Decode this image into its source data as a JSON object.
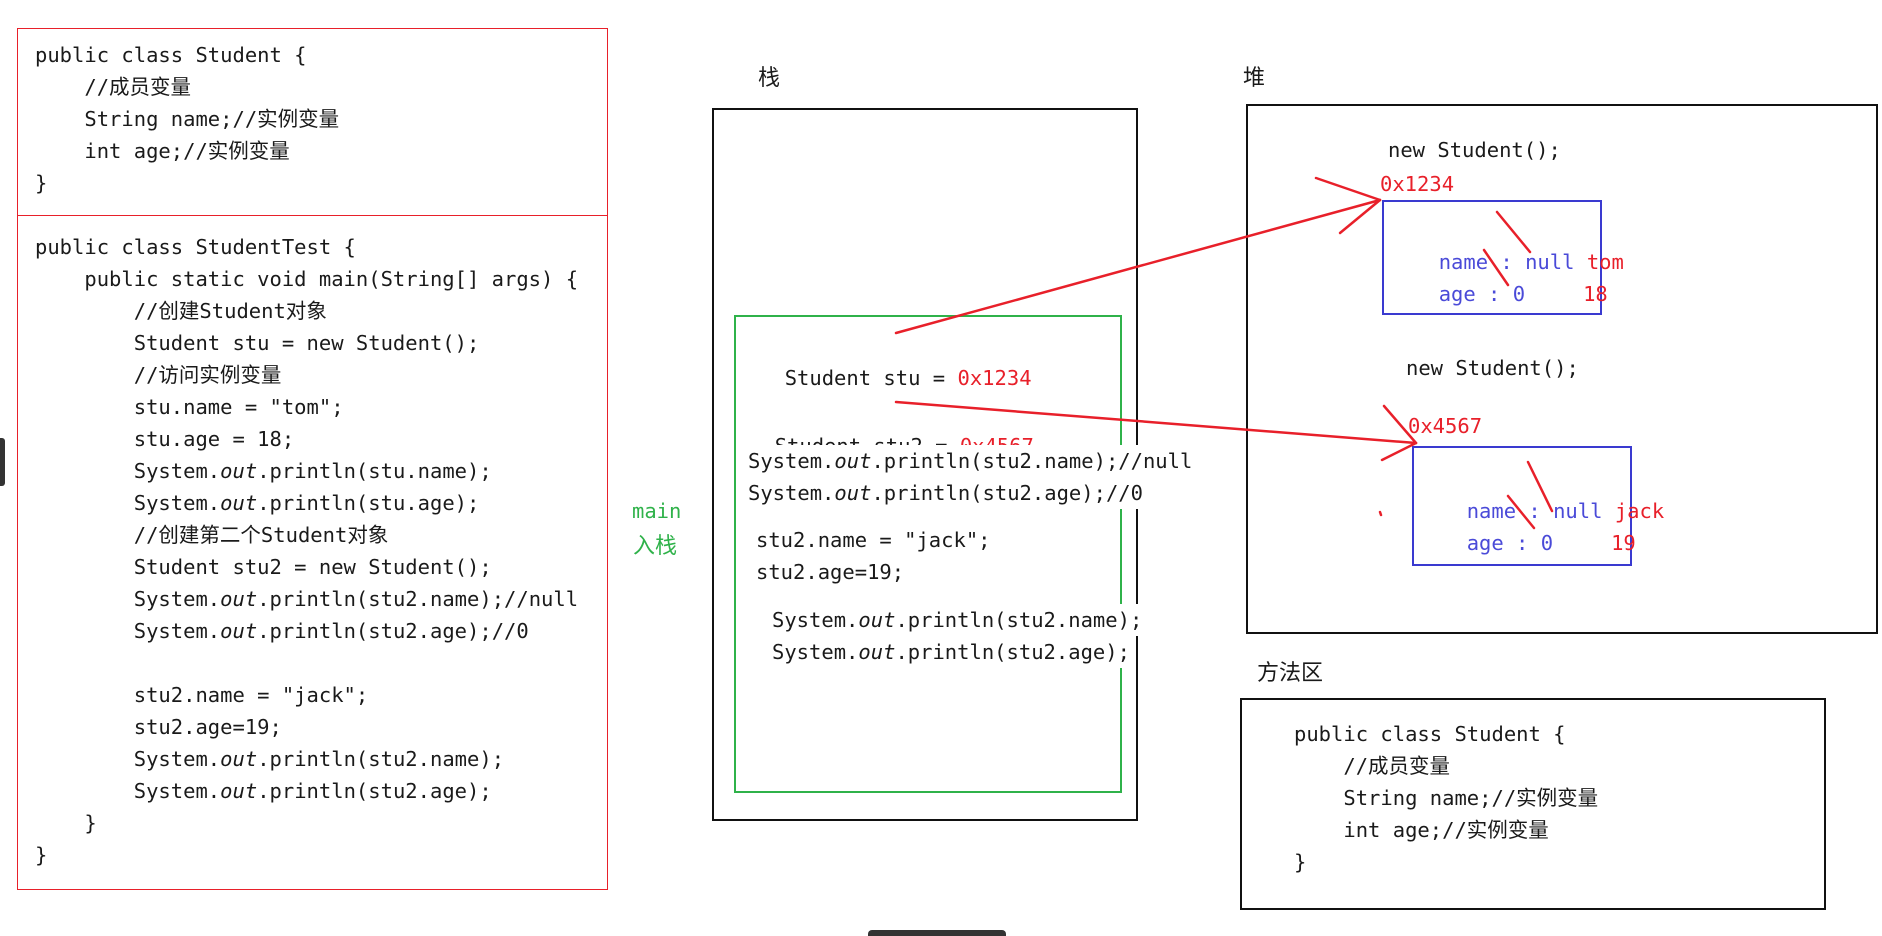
{
  "student_code": [
    "public class Student {",
    "    //成员变量",
    "    String name;//实例变量",
    "    int age;//实例变量",
    "}"
  ],
  "test_code": [
    "public class StudentTest {",
    "    public static void main(String[] args) {",
    "        //创建Student对象",
    "        Student stu = new Student();",
    "        //访问实例变量",
    "        stu.name = \"tom\";",
    "        stu.age = 18;",
    "        System.out.println(stu.name);",
    "        System.out.println(stu.age);",
    "        //创建第二个Student对象",
    "        Student stu2 = new Student();",
    "        System.out.println(stu2.name);//null",
    "        System.out.println(stu2.age);//0",
    "",
    "        stu2.name = \"jack\";",
    "        stu2.age=19;",
    "        System.out.println(stu2.name);",
    "        System.out.println(stu2.age);",
    "    }",
    "}"
  ],
  "labels": {
    "stack": "栈",
    "heap": "堆",
    "method_area": "方法区",
    "main": "main",
    "push": "入栈"
  },
  "stack_frame": {
    "stu_decl": "Student stu = ",
    "stu_addr": "0x1234",
    "stu2_decl": "Student stu2 = ",
    "stu2_addr": "0x4567",
    "print_name_null": "System.out.println(stu2.name);//null",
    "print_age_zero": "System.out.println(stu2.age);//0",
    "assign_name": "stu2.name = \"jack\";",
    "assign_age": "stu2.age=19;",
    "print_name": "System.out.println(stu2.name);",
    "print_age": "System.out.println(stu2.age);"
  },
  "heap_objects": [
    {
      "new_label": "new Student();",
      "address": "0x1234",
      "name_label": "name : ",
      "name_old": "null",
      "name_new": "tom",
      "age_label": "age : ",
      "age_old": "0",
      "age_new": "18"
    },
    {
      "new_label": "new Student();",
      "address": "0x4567",
      "name_label": "name : ",
      "name_old": "null",
      "name_new": "jack",
      "age_label": "age : ",
      "age_old": "0",
      "age_new": "19"
    }
  ],
  "method_area_code": [
    "public class Student {",
    "    //成员变量",
    "    String name;//实例变量",
    "    int age;//实例变量",
    "}"
  ],
  "colors": {
    "code_border": "#e8202a",
    "stack_frame": "#2fb24a",
    "object_box": "#3a3ad0",
    "arrow": "#e8202a"
  }
}
